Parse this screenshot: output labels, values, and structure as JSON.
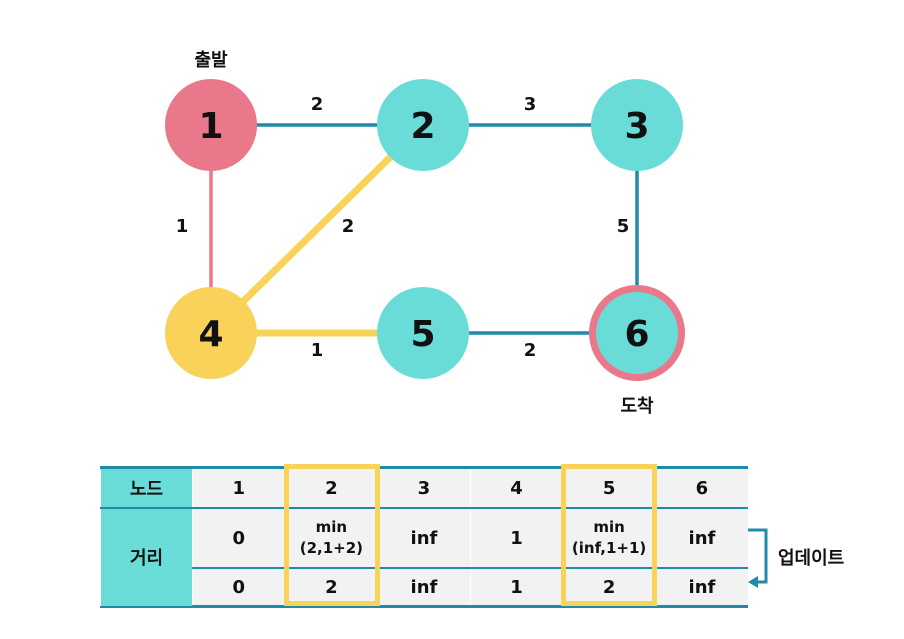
{
  "graph": {
    "start_label": "출발",
    "end_label": "도착",
    "nodes": [
      {
        "id": "1",
        "label": "1",
        "color": "#e8788a",
        "role": "start"
      },
      {
        "id": "2",
        "label": "2",
        "color": "#6adcd8",
        "role": "normal"
      },
      {
        "id": "3",
        "label": "3",
        "color": "#6adcd8",
        "role": "normal"
      },
      {
        "id": "4",
        "label": "4",
        "color": "#f9d25a",
        "role": "current"
      },
      {
        "id": "5",
        "label": "5",
        "color": "#6adcd8",
        "role": "normal"
      },
      {
        "id": "6",
        "label": "6",
        "color": "#6adcd8",
        "role": "end",
        "ring_color": "#e8788a"
      }
    ],
    "edges": [
      {
        "from": "1",
        "to": "2",
        "weight": "2",
        "color": "#1f8ba8",
        "style": "normal"
      },
      {
        "from": "2",
        "to": "3",
        "weight": "3",
        "color": "#1f8ba8",
        "style": "normal"
      },
      {
        "from": "3",
        "to": "6",
        "weight": "5",
        "color": "#1f8ba8",
        "style": "normal"
      },
      {
        "from": "5",
        "to": "6",
        "weight": "2",
        "color": "#1f8ba8",
        "style": "normal"
      },
      {
        "from": "1",
        "to": "4",
        "weight": "1",
        "color": "#e8788a",
        "style": "visited"
      },
      {
        "from": "4",
        "to": "2",
        "weight": "2",
        "color": "#f9d25a",
        "style": "highlight"
      },
      {
        "from": "4",
        "to": "5",
        "weight": "1",
        "color": "#f9d25a",
        "style": "highlight"
      }
    ]
  },
  "table": {
    "node_header": "노드",
    "distance_header": "거리",
    "nodes": [
      "1",
      "2",
      "3",
      "4",
      "5",
      "6"
    ],
    "before": [
      {
        "line1": "0",
        "line2": ""
      },
      {
        "line1": "min",
        "line2": "(2,1+2)"
      },
      {
        "line1": "inf",
        "line2": ""
      },
      {
        "line1": "1",
        "line2": ""
      },
      {
        "line1": "min",
        "line2": "(inf,1+1)"
      },
      {
        "line1": "inf",
        "line2": ""
      }
    ],
    "after": [
      "0",
      "2",
      "inf",
      "1",
      "2",
      "inf"
    ],
    "highlighted_columns": [
      "2",
      "5"
    ],
    "update_label": "업데이트"
  },
  "colors": {
    "teal": "#6adcd8",
    "blue_line": "#1f8ba8",
    "pink": "#e8788a",
    "yellow": "#f9d25a"
  }
}
